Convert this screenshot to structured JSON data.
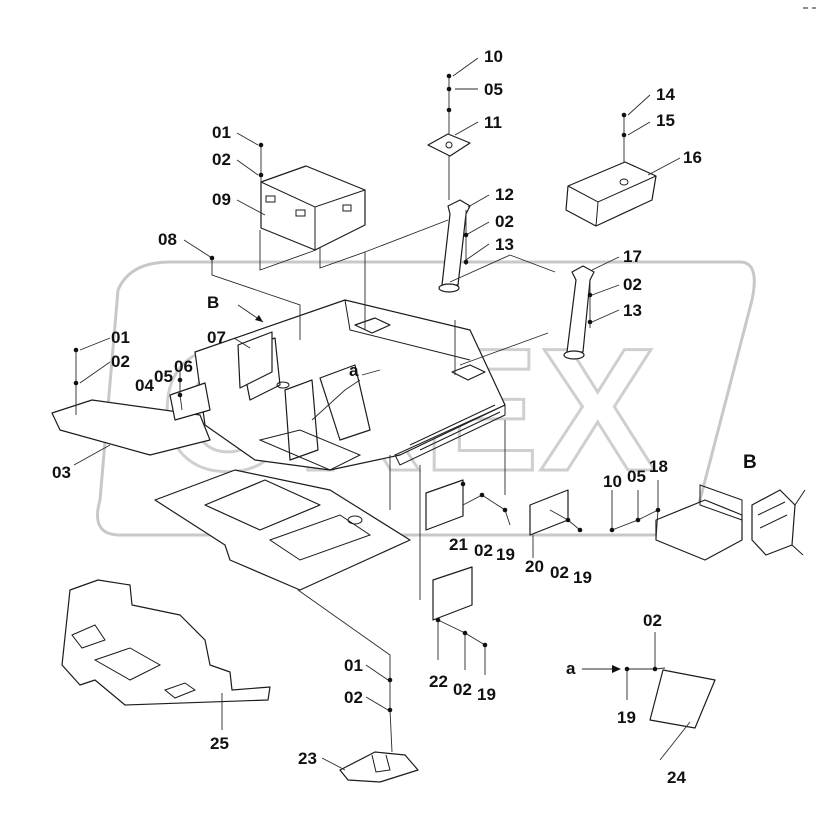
{
  "watermark": {
    "text": "OREX"
  },
  "callouts": [
    {
      "id": "c10a",
      "text": "10"
    },
    {
      "id": "c05a",
      "text": "05"
    },
    {
      "id": "c11",
      "text": "11"
    },
    {
      "id": "c14",
      "text": "14"
    },
    {
      "id": "c15",
      "text": "15"
    },
    {
      "id": "c16",
      "text": "16"
    },
    {
      "id": "c01a",
      "text": "01"
    },
    {
      "id": "c02a",
      "text": "02"
    },
    {
      "id": "c09",
      "text": "09"
    },
    {
      "id": "c12",
      "text": "12"
    },
    {
      "id": "c02b",
      "text": "02"
    },
    {
      "id": "c13a",
      "text": "13"
    },
    {
      "id": "c08",
      "text": "08"
    },
    {
      "id": "c17",
      "text": "17"
    },
    {
      "id": "c02c",
      "text": "02"
    },
    {
      "id": "c13b",
      "text": "13"
    },
    {
      "id": "cBa",
      "text": "B"
    },
    {
      "id": "c07",
      "text": "07"
    },
    {
      "id": "c01b",
      "text": "01"
    },
    {
      "id": "c02d",
      "text": "02"
    },
    {
      "id": "c04",
      "text": "04"
    },
    {
      "id": "c05b",
      "text": "05"
    },
    {
      "id": "c06",
      "text": "06"
    },
    {
      "id": "caa",
      "text": "a"
    },
    {
      "id": "c03",
      "text": "03"
    },
    {
      "id": "cBb",
      "text": "B"
    },
    {
      "id": "c10b",
      "text": "10"
    },
    {
      "id": "c05c",
      "text": "05"
    },
    {
      "id": "c18",
      "text": "18"
    },
    {
      "id": "c21",
      "text": "21"
    },
    {
      "id": "c02e",
      "text": "02"
    },
    {
      "id": "c19a",
      "text": "19"
    },
    {
      "id": "c20",
      "text": "20"
    },
    {
      "id": "c02f",
      "text": "02"
    },
    {
      "id": "c19b",
      "text": "19"
    },
    {
      "id": "c01c",
      "text": "01"
    },
    {
      "id": "c02g",
      "text": "02"
    },
    {
      "id": "c22",
      "text": "22"
    },
    {
      "id": "c02h",
      "text": "02"
    },
    {
      "id": "c19c",
      "text": "19"
    },
    {
      "id": "c02i",
      "text": "02"
    },
    {
      "id": "cab",
      "text": "a"
    },
    {
      "id": "c19d",
      "text": "19"
    },
    {
      "id": "c25",
      "text": "25"
    },
    {
      "id": "c23",
      "text": "23"
    },
    {
      "id": "c24",
      "text": "24"
    }
  ]
}
